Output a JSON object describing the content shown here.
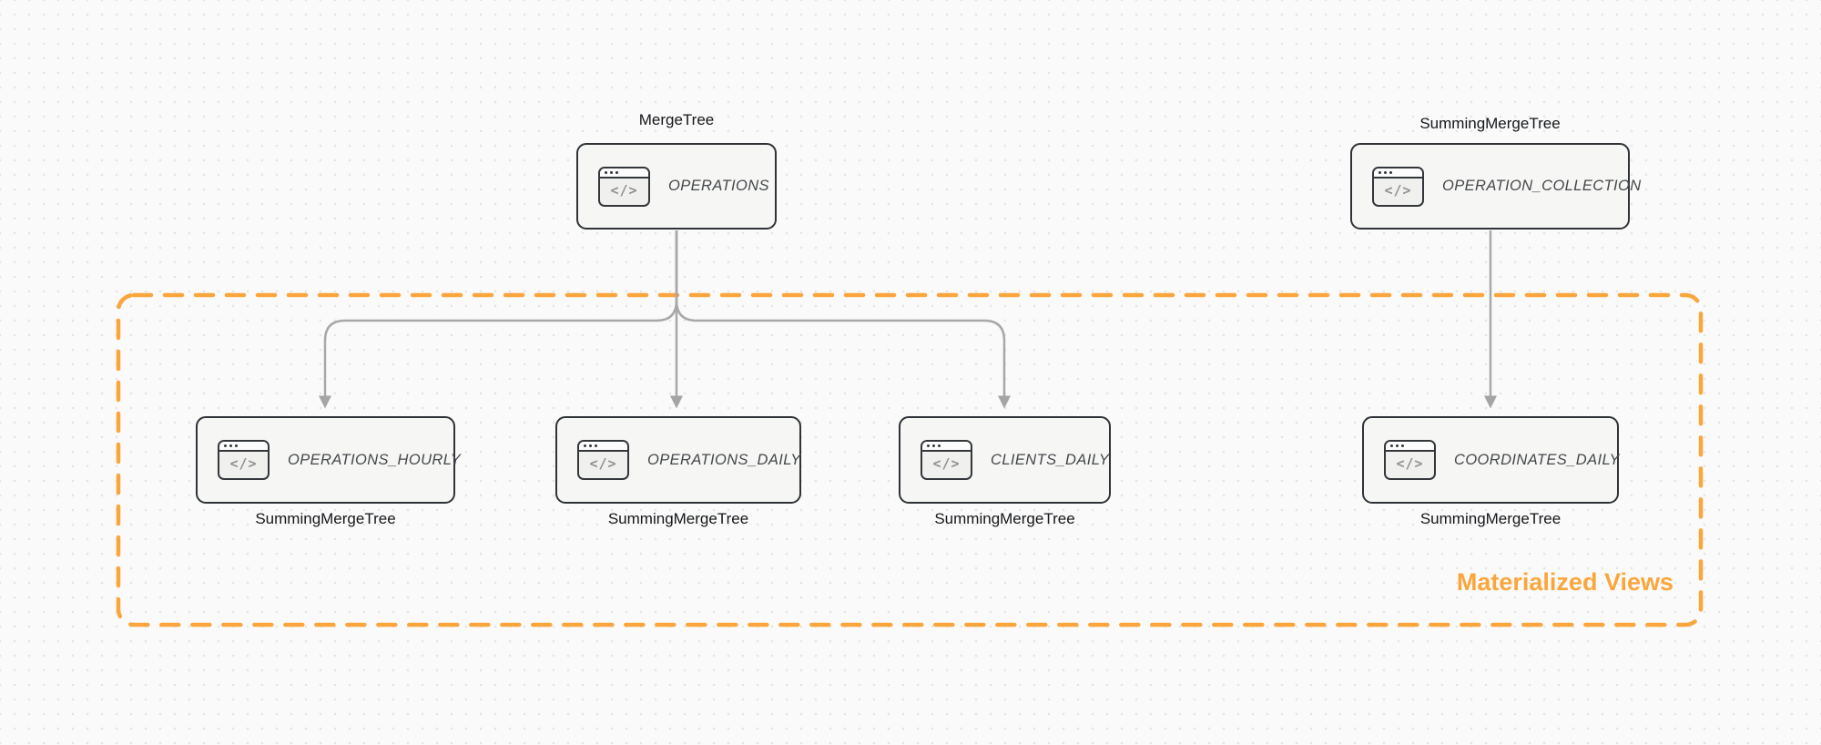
{
  "diagram": {
    "icon_glyph": "</>",
    "group": {
      "label": "Materialized Views",
      "accent_color": "#faa63c"
    },
    "nodes": [
      {
        "id": "operations",
        "title": "OPERATIONS",
        "engine": "MergeTree",
        "engine_label_position": "top"
      },
      {
        "id": "operation-collection",
        "title": "OPERATION_COLLECTION",
        "engine": "SummingMergeTree",
        "engine_label_position": "top"
      },
      {
        "id": "operations-hourly",
        "title": "OPERATIONS_HOURLY",
        "engine": "SummingMergeTree",
        "engine_label_position": "bottom"
      },
      {
        "id": "operations-daily",
        "title": "OPERATIONS_DAILY",
        "engine": "SummingMergeTree",
        "engine_label_position": "bottom"
      },
      {
        "id": "clients-daily",
        "title": "CLIENTS_DAILY",
        "engine": "SummingMergeTree",
        "engine_label_position": "bottom"
      },
      {
        "id": "coordinates-daily",
        "title": "COORDINATES_DAILY",
        "engine": "SummingMergeTree",
        "engine_label_position": "bottom"
      }
    ],
    "edges": [
      {
        "from": "operations",
        "to": "operations-hourly"
      },
      {
        "from": "operations",
        "to": "operations-daily"
      },
      {
        "from": "operations",
        "to": "clients-daily"
      },
      {
        "from": "operation-collection",
        "to": "coordinates-daily"
      }
    ],
    "colors": {
      "background": "#fafafa",
      "grid_dot": "#e4e4e4",
      "node_fill": "#f6f6f4",
      "node_border": "#2f3337",
      "node_title_text": "#44474b",
      "engine_label_text": "#141619",
      "arrow": "#a8a8a8",
      "accent_orange": "#faa63c"
    }
  }
}
